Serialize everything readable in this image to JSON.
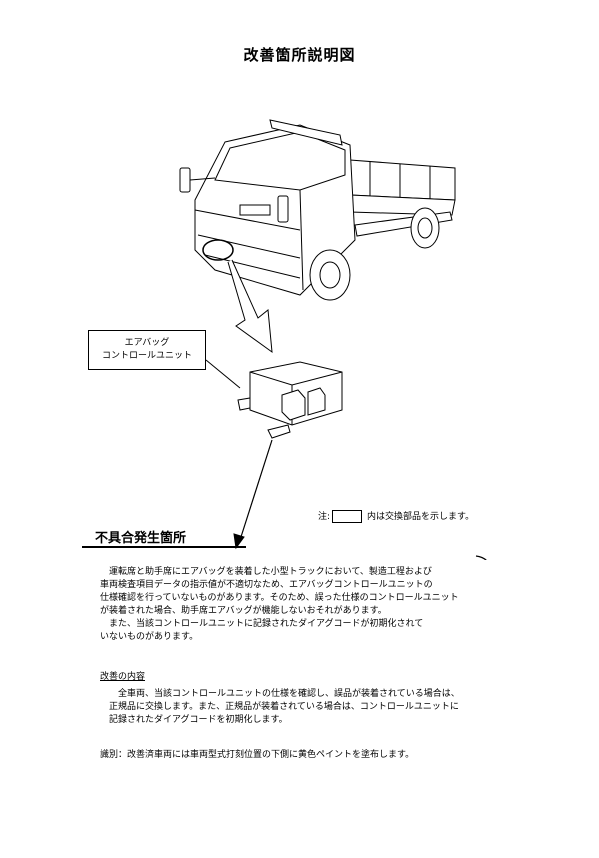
{
  "title": "改善箇所説明図",
  "callout_label": {
    "line1": "エアバッグ",
    "line2": "コントロールユニット"
  },
  "note": {
    "prefix": "注:",
    "suffix": "内は交換部品を示します。"
  },
  "defect": {
    "title": "不具合発生箇所",
    "lines": [
      "　運転席と助手席にエアバッグを装着した小型トラックにおいて、製造工程および",
      "車両検査項目データの指示値が不適切なため、エアバッグコントロールユニットの",
      "仕様確認を行っていないものがあります。そのため、誤った仕様のコントロールユニット",
      "が装着された場合、助手席エアバッグが機能しないおそれがあります。",
      "　また、当該コントロールユニットに記録されたダイアグコードが初期化されて",
      "いないものがあります。"
    ]
  },
  "improvement": {
    "heading": "改善の内容",
    "lines": [
      "　　全車両、当該コントロールユニットの仕様を確認し、誤品が装着されている場合は、",
      "　正規品に交換します。また、正規品が装着されている場合は、コントロールユニットに",
      "　記録されたダイアグコードを初期化します。"
    ]
  },
  "identification": "識別：改善済車両には車両型式打刻位置の下側に黄色ペイントを塗布します。"
}
